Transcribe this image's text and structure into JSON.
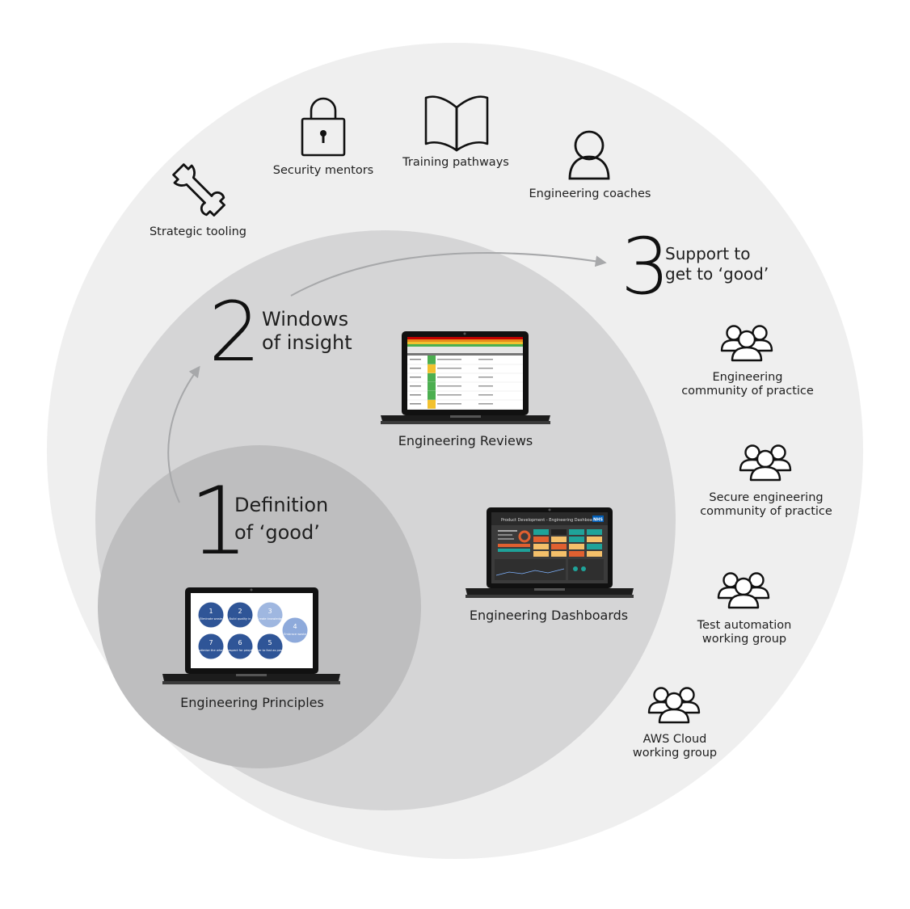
{
  "steps": [
    {
      "number": "1",
      "title_line1": "Definition",
      "title_line2": "of ‘good’"
    },
    {
      "number": "2",
      "title_line1": "Windows",
      "title_line2": "of insight"
    },
    {
      "number": "3",
      "title_line1": "Support to",
      "title_line2": "get to ‘good’"
    }
  ],
  "laptops": {
    "principles": "Engineering Principles",
    "reviews": "Engineering Reviews",
    "dashboards": "Engineering Dashboards"
  },
  "principles_screen": [
    {
      "num": "1",
      "text": "Eliminate waste"
    },
    {
      "num": "2",
      "text": "Build quality in"
    },
    {
      "num": "3",
      "text": "Create knowledge"
    },
    {
      "num": "4",
      "text": "Embrace waste"
    },
    {
      "num": "7",
      "text": "Optimise the whole"
    },
    {
      "num": "6",
      "text": "Respect for people"
    },
    {
      "num": "5",
      "text": "Deliver to fast as possible"
    }
  ],
  "dashboard_screen": {
    "title": "Product Development - Engineering Dashboard",
    "badge": "NHS"
  },
  "support_items": {
    "strategic_tooling": "Strategic tooling",
    "security_mentors": "Security mentors",
    "training_pathways": "Training pathways",
    "engineering_coaches": "Engineering coaches",
    "eng_cop_1": "Engineering",
    "eng_cop_2": "community of practice",
    "sec_cop_1": "Secure engineering",
    "sec_cop_2": "community of practice",
    "test_auto_1": "Test automation",
    "test_auto_2": "working group",
    "aws_1": "AWS Cloud",
    "aws_2": "working group"
  },
  "colors": {
    "outer_circle": "#efefef",
    "middle_circle": "#d5d5d6",
    "inner_circle": "#bebebf",
    "arrow": "#a7a8aa",
    "principle_blue": "#2f5597",
    "principle_light_blue": "#8eaadb"
  },
  "icons": [
    "wrench-icon",
    "padlock-icon",
    "book-icon",
    "person-icon",
    "people-group-icon"
  ]
}
